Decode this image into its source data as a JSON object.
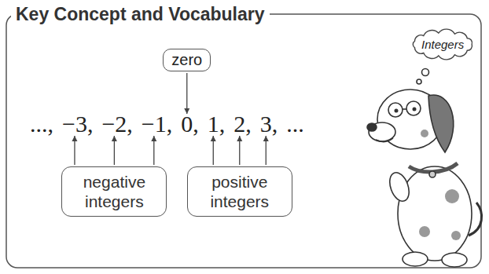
{
  "diagram": {
    "title": "Key Concept and Vocabulary",
    "nodes": [
      {
        "text": [
          "zero"
        ]
      },
      {
        "text": [
          "negative integers"
        ]
      },
      {
        "text": [
          "positive integers"
        ]
      },
      {
        "text": [
          "Integers"
        ]
      }
    ],
    "labels": [
      "...,",
      "−3,",
      "−2,",
      "−1,",
      "0,",
      "1,",
      "2,",
      "3,",
      "..."
    ]
  }
}
